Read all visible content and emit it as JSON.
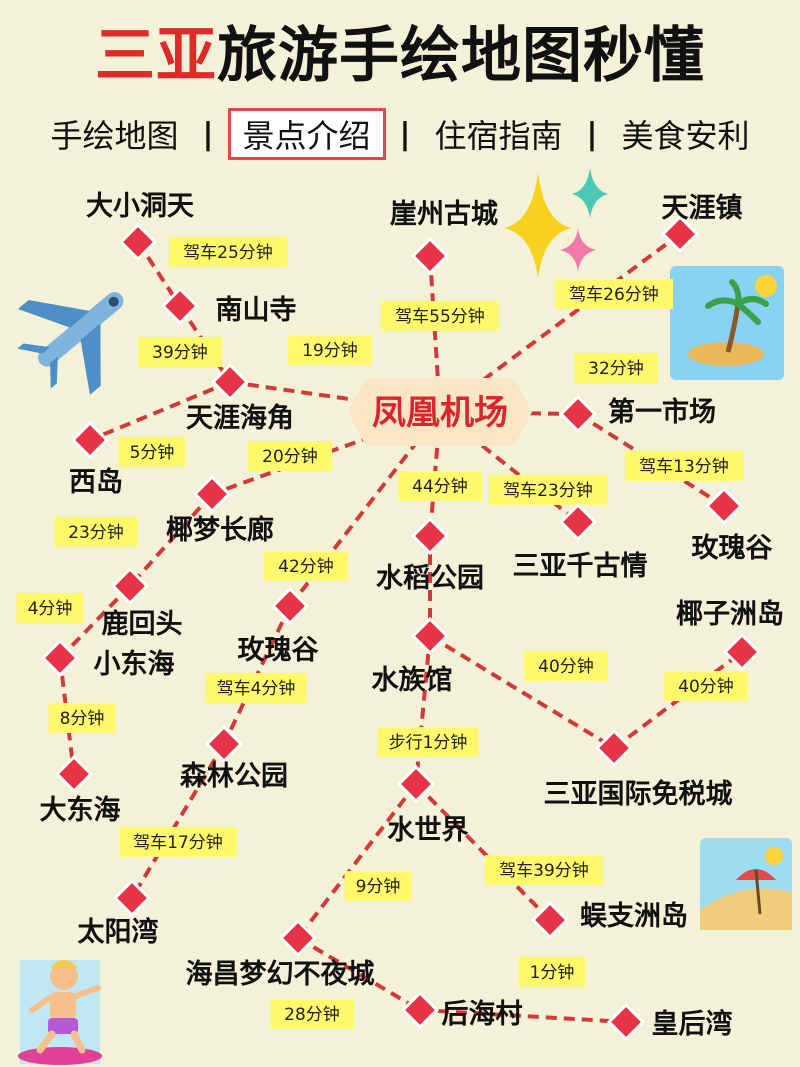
{
  "header": {
    "title_accent": "三亚",
    "title_rest": "旅游手绘地图秒懂",
    "tabs": [
      "手绘地图",
      "景点介绍",
      "住宿指南",
      "美食安利"
    ],
    "active_tab": "景点介绍",
    "separator": "|"
  },
  "hub": {
    "id": "airport",
    "label": "凤凰机场"
  },
  "colors": {
    "accent": "#e02a2a",
    "route": "#d23a3a",
    "node": "#e63346",
    "tag": "#fff96b",
    "hub_fill": "#f8e6c5"
  },
  "nodes": [
    {
      "id": "daxiao",
      "label": "大小洞天"
    },
    {
      "id": "nanshan",
      "label": "南山寺"
    },
    {
      "id": "tianya",
      "label": "天涯海角"
    },
    {
      "id": "xidao",
      "label": "西岛"
    },
    {
      "id": "yemeng",
      "label": "椰梦长廊"
    },
    {
      "id": "luhuitou",
      "label": "鹿回头"
    },
    {
      "id": "xiaodonghai",
      "label": "小东海"
    },
    {
      "id": "dadonghai",
      "label": "大东海"
    },
    {
      "id": "meigui1",
      "label": "玫瑰谷"
    },
    {
      "id": "senlin",
      "label": "森林公园"
    },
    {
      "id": "taiyang",
      "label": "太阳湾"
    },
    {
      "id": "yazhou",
      "label": "崖州古城"
    },
    {
      "id": "tianyazhen",
      "label": "天涯镇"
    },
    {
      "id": "diyi",
      "label": "第一市场"
    },
    {
      "id": "meigui2",
      "label": "玫瑰谷"
    },
    {
      "id": "qiangu",
      "label": "三亚千古情"
    },
    {
      "id": "shuidao",
      "label": "水稻公园"
    },
    {
      "id": "shuizu",
      "label": "水族馆"
    },
    {
      "id": "yezi",
      "label": "椰子洲岛"
    },
    {
      "id": "mianshui",
      "label": "三亚国际免税城"
    },
    {
      "id": "shuishijie",
      "label": "水世界"
    },
    {
      "id": "wuzhi",
      "label": "蜈支洲岛"
    },
    {
      "id": "haichang",
      "label": "海昌梦幻不夜城"
    },
    {
      "id": "houhai",
      "label": "后海村"
    },
    {
      "id": "huanghou",
      "label": "皇后湾"
    }
  ],
  "routes": [
    {
      "from": "daxiao",
      "to": "nanshan",
      "time": "驾车25分钟"
    },
    {
      "from": "nanshan",
      "to": "tianya",
      "time": "39分钟"
    },
    {
      "from": "tianya",
      "to": "airport",
      "time": "19分钟"
    },
    {
      "from": "tianya",
      "to": "xidao",
      "time": "5分钟"
    },
    {
      "from": "airport",
      "to": "yemeng",
      "time": "20分钟"
    },
    {
      "from": "yemeng",
      "to": "luhuitou",
      "time": "23分钟"
    },
    {
      "from": "luhuitou",
      "to": "xiaodonghai",
      "time": "4分钟"
    },
    {
      "from": "xiaodonghai",
      "to": "dadonghai",
      "time": "8分钟"
    },
    {
      "from": "airport",
      "to": "meigui1",
      "time": "42分钟"
    },
    {
      "from": "meigui1",
      "to": "senlin",
      "time": "驾车4分钟"
    },
    {
      "from": "senlin",
      "to": "taiyang",
      "time": "驾车17分钟"
    },
    {
      "from": "airport",
      "to": "yazhou",
      "time": "驾车55分钟"
    },
    {
      "from": "airport",
      "to": "tianyazhen",
      "time": "驾车26分钟"
    },
    {
      "from": "airport",
      "to": "diyi",
      "time": "32分钟"
    },
    {
      "from": "diyi",
      "to": "meigui2",
      "time": "驾车13分钟"
    },
    {
      "from": "airport",
      "to": "qiangu",
      "time": "驾车23分钟"
    },
    {
      "from": "airport",
      "to": "shuidao",
      "time": "44分钟"
    },
    {
      "from": "shuidao",
      "to": "shuizu",
      "time": ""
    },
    {
      "from": "shuizu",
      "to": "mianshui",
      "time": "40分钟"
    },
    {
      "from": "mianshui",
      "to": "yezi",
      "time": "40分钟"
    },
    {
      "from": "shuizu",
      "to": "shuishijie",
      "time": "步行1分钟"
    },
    {
      "from": "shuishijie",
      "to": "wuzhi",
      "time": "驾车39分钟"
    },
    {
      "from": "shuishijie",
      "to": "haichang",
      "time": "9分钟"
    },
    {
      "from": "haichang",
      "to": "houhai",
      "time": "28分钟"
    },
    {
      "from": "houhai",
      "to": "huanghou",
      "time": "1分钟"
    }
  ]
}
